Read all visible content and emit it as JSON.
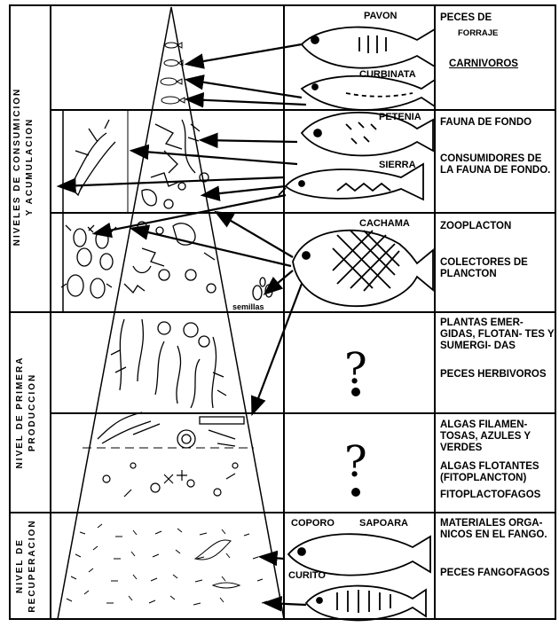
{
  "side_labels": {
    "consumption_line1": "NIVELES DE CONSUMICION",
    "consumption_line2": "Y ACUMULACION",
    "primary_line1": "NIVEL DE PRIMERA",
    "primary_line2": "PRODUCCION",
    "recovery_line1": "NIVEL DE",
    "recovery_line2": "RECUPERACION"
  },
  "fish_names": {
    "pavon": "PAVON",
    "curbinata": "CURBINATA",
    "petenia": "PETENIA",
    "sierra": "SIERRA",
    "cachama": "CACHAMA",
    "coporo": "COPORO",
    "sapoara": "SAPOARA",
    "curito": "CURITO"
  },
  "pyramid_labels": {
    "semillas": "semillas"
  },
  "descriptions": {
    "peces_de": "PECES DE",
    "forraje": "FORRAJE",
    "carnivoros": "CARNIVOROS",
    "fauna_fondo": "FAUNA DE FONDO",
    "consumidores": "CONSUMIDORES DE LA FAUNA DE FONDO.",
    "zooplacton": "ZOOPLACTON",
    "colectores": "COLECTORES DE PLANCTON",
    "plantas": "PLANTAS EMER- GIDAS, FLOTAN- TES Y SUMERGI- DAS",
    "herbivoros": "PECES HERBIVOROS",
    "algas_filamentosas": "ALGAS FILAMEN- TOSAS, AZULES Y VERDES",
    "algas_flotantes": "ALGAS FLOTANTES (FITOPLANCTON)",
    "fitoplactofagos": "FITOPLACTOFAGOS",
    "materiales": "MATERIALES ORGA- NICOS EN EL FANGO.",
    "fangofagos": "PECES FANGOFAGOS"
  },
  "symbols": {
    "question_mark": "?"
  }
}
